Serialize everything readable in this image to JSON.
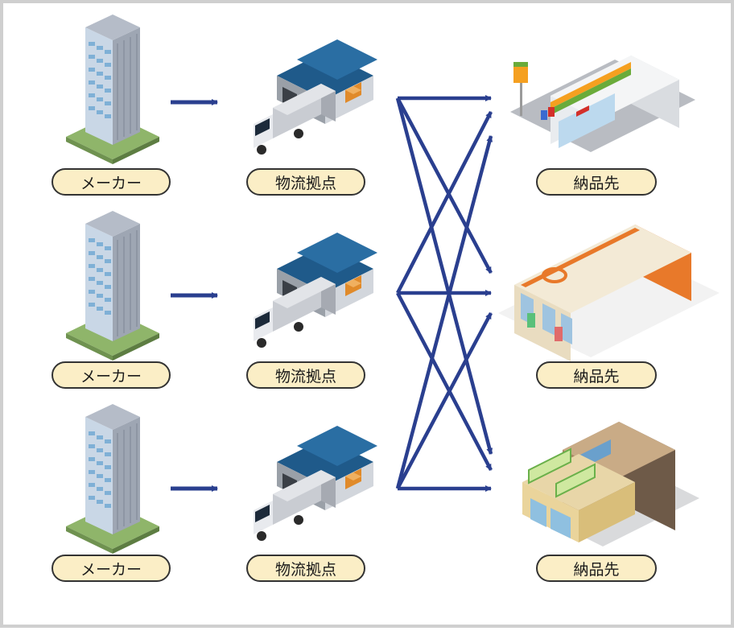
{
  "rows": [
    {
      "maker_label": "メーカー",
      "hub_label": "物流拠点",
      "destination_label": "納品先",
      "destination_type": "convenience-store-icon"
    },
    {
      "maker_label": "メーカー",
      "hub_label": "物流拠点",
      "destination_label": "納品先",
      "destination_type": "shopping-mall-icon"
    },
    {
      "maker_label": "メーカー",
      "hub_label": "物流拠点",
      "destination_label": "納品先",
      "destination_type": "shop-building-icon"
    }
  ],
  "colors": {
    "arrow": "#2a3f8f",
    "label_fill": "#fbeec6",
    "label_border": "#333333",
    "warehouse_roof": "#1f5a8a",
    "grass": "#8fb56a",
    "frame": "#cfcfcf"
  },
  "connections": "each hub connects to every destination"
}
